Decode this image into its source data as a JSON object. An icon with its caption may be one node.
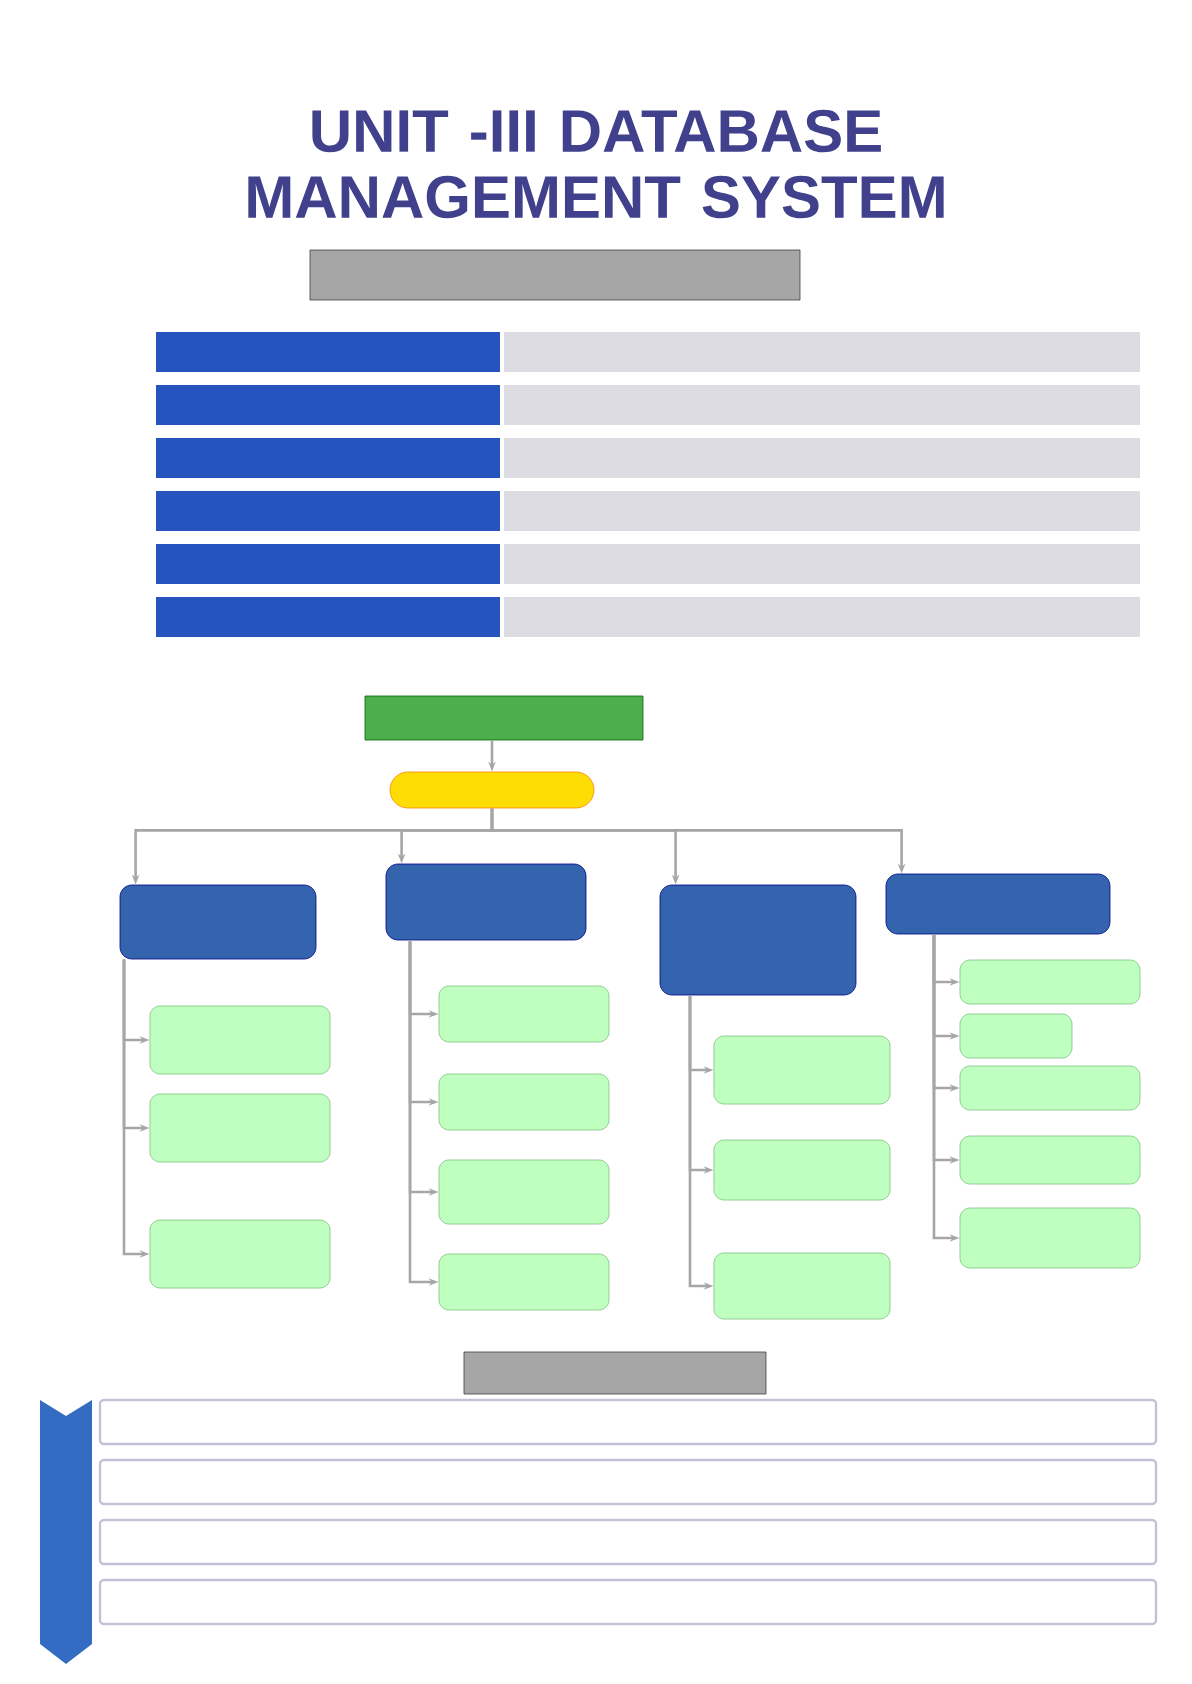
{
  "diagram": {
    "title": "UNIT -III DATABASE MANAGEMENT SYSTEM",
    "nodes": [
      {
        "text": [],
        "shape": "box"
      },
      {
        "text": [],
        "shape": "box"
      },
      {
        "text": [],
        "shape": "box"
      },
      {
        "text": [],
        "shape": "box"
      },
      {
        "text": [],
        "shape": "box"
      },
      {
        "text": [],
        "shape": "box"
      },
      {
        "text": [],
        "shape": "box"
      },
      {
        "text": [],
        "shape": "box"
      },
      {
        "text": [],
        "shape": "box"
      },
      {
        "text": [],
        "shape": "box"
      },
      {
        "text": [],
        "shape": "box"
      },
      {
        "text": [],
        "shape": "box"
      },
      {
        "text": [],
        "shape": "box"
      },
      {
        "text": [],
        "shape": "box"
      },
      {
        "text": [],
        "shape": "box"
      },
      {
        "text": [],
        "shape": "box"
      },
      {
        "text": [],
        "shape": "box"
      },
      {
        "text": [],
        "shape": "box"
      },
      {
        "text": [],
        "shape": "box"
      },
      {
        "text": [],
        "shape": "box"
      },
      {
        "text": [],
        "shape": "box"
      }
    ],
    "edges": [
      {
        "from": 0,
        "to": 1,
        "arrow": "to"
      },
      {
        "from": 1,
        "to": 2,
        "arrow": "to"
      },
      {
        "from": 1,
        "to": 3,
        "arrow": "to"
      },
      {
        "from": 1,
        "to": 4,
        "arrow": "to"
      },
      {
        "from": 1,
        "to": 5,
        "arrow": "to"
      },
      {
        "from": 2,
        "to": 6,
        "arrow": "to"
      },
      {
        "from": 2,
        "to": 7,
        "arrow": "to"
      },
      {
        "from": 2,
        "to": 8,
        "arrow": "to"
      },
      {
        "from": 3,
        "to": 9,
        "arrow": "to"
      },
      {
        "from": 3,
        "to": 10,
        "arrow": "to"
      },
      {
        "from": 3,
        "to": 11,
        "arrow": "to"
      },
      {
        "from": 3,
        "to": 12,
        "arrow": "to"
      },
      {
        "from": 4,
        "to": 13,
        "arrow": "to"
      },
      {
        "from": 4,
        "to": 14,
        "arrow": "to"
      },
      {
        "from": 4,
        "to": 15,
        "arrow": "to"
      },
      {
        "from": 5,
        "to": 16,
        "arrow": "to"
      },
      {
        "from": 5,
        "to": 17,
        "arrow": "to"
      },
      {
        "from": 5,
        "to": 18,
        "arrow": "to"
      },
      {
        "from": 5,
        "to": 19,
        "arrow": "to"
      },
      {
        "from": 5,
        "to": 20,
        "arrow": "to"
      }
    ]
  }
}
